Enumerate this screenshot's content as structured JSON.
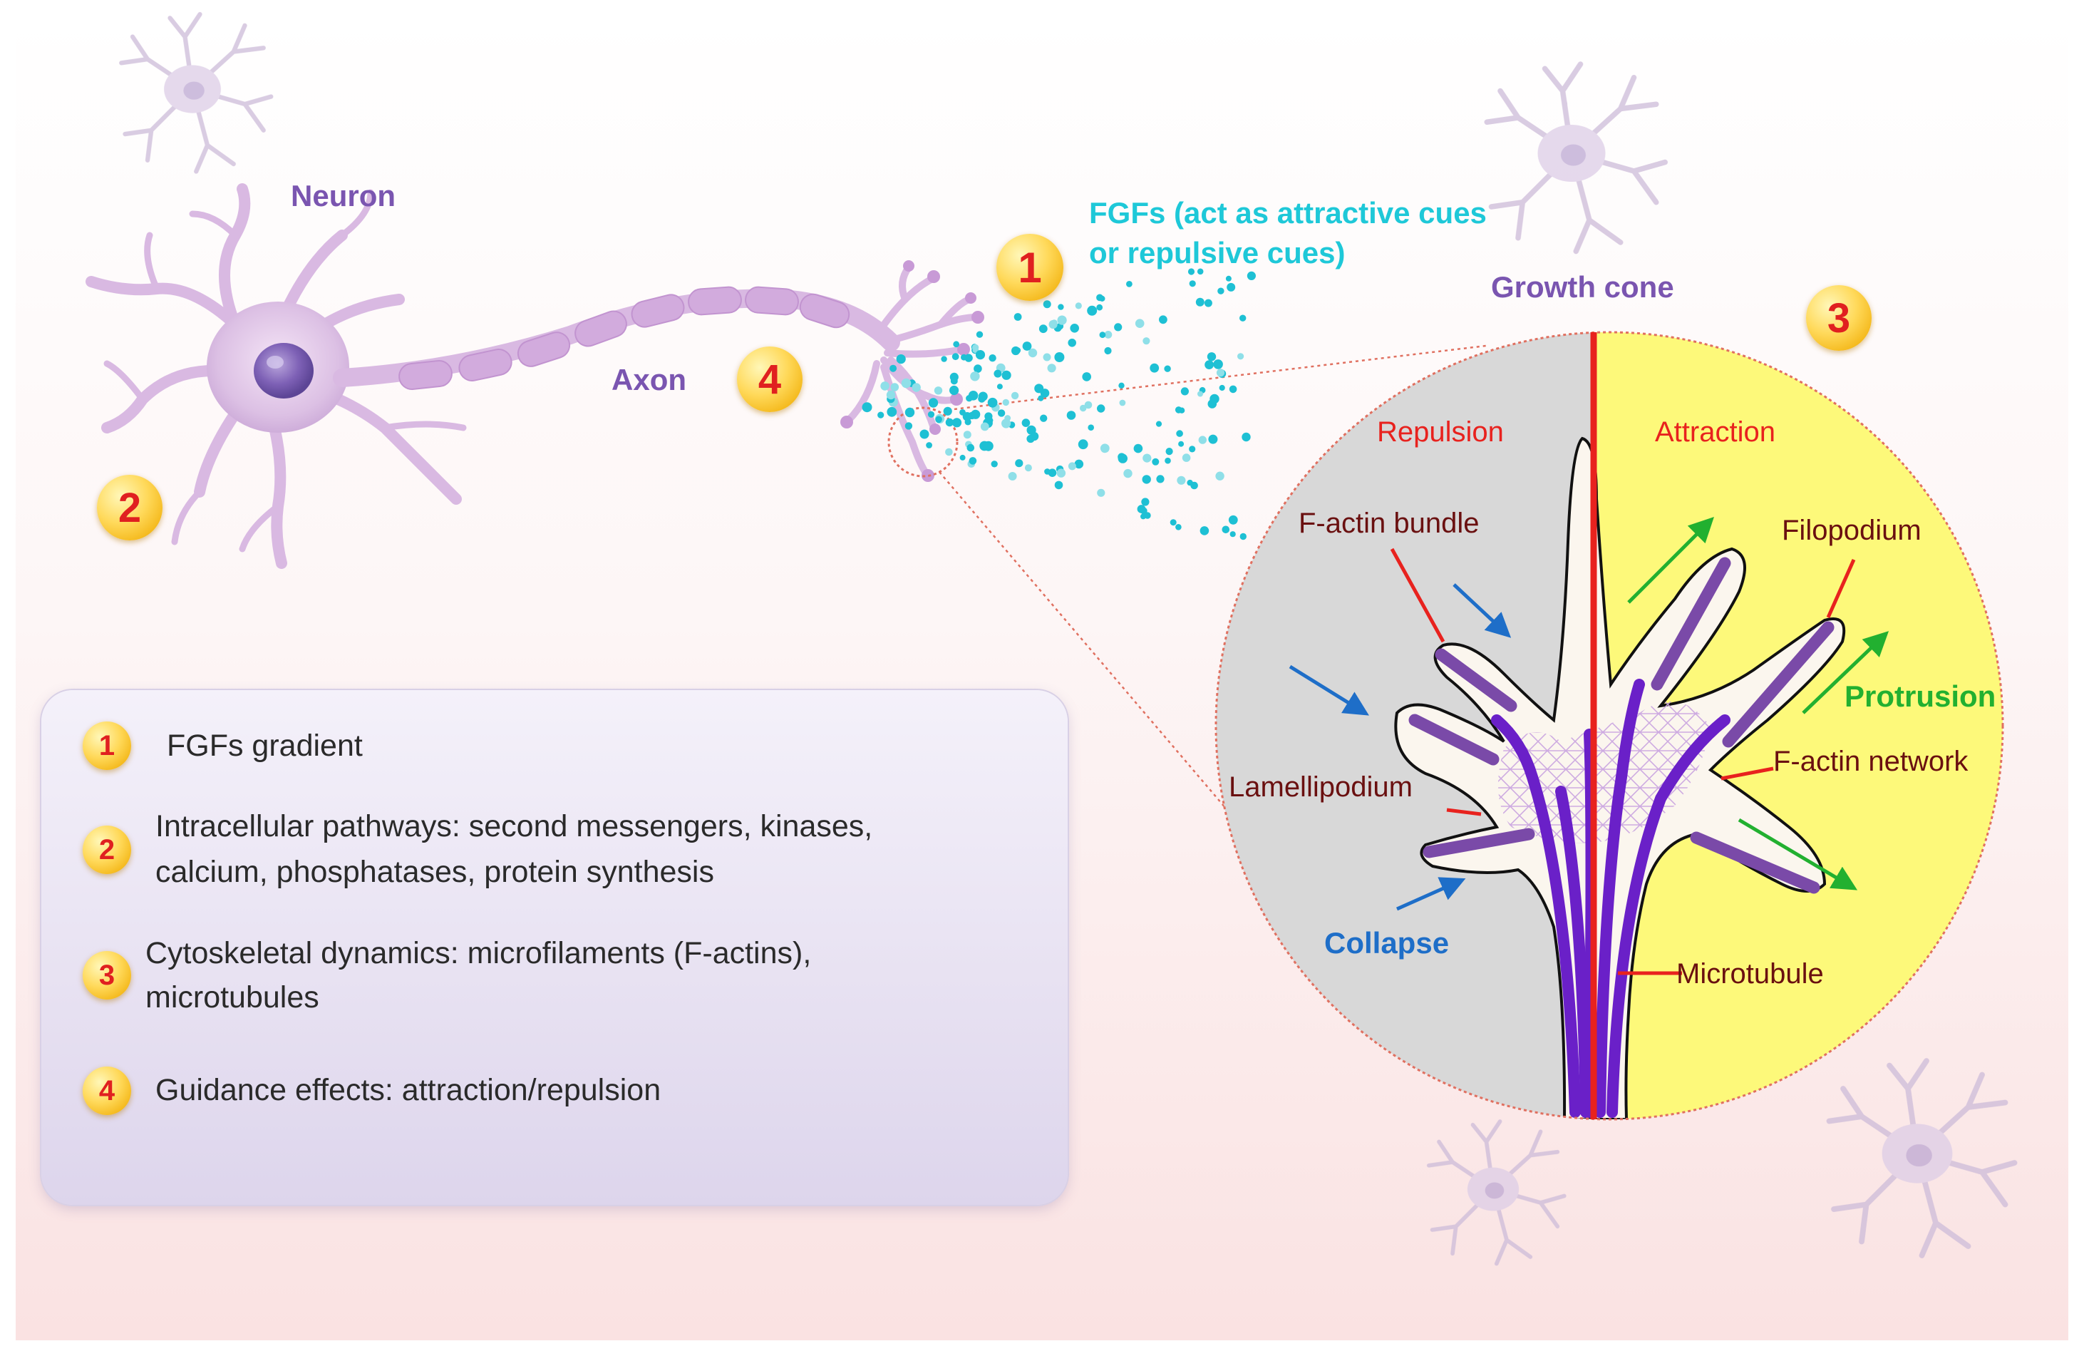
{
  "labels": {
    "neuron": "Neuron",
    "axon": "Axon",
    "growth_cone": "Growth cone",
    "fgfs_line1": "FGFs (act as attractive cues",
    "fgfs_line2": "or repulsive cues)",
    "repulsion": "Repulsion",
    "attraction": "Attraction",
    "f_actin_bundle": "F-actin bundle",
    "filopodium": "Filopodium",
    "protrusion": "Protrusion",
    "f_actin_network": "F-actin network",
    "lamellipodium": "Lamellipodium",
    "collapse": "Collapse",
    "microtubule": "Microtubule"
  },
  "badges": {
    "fgfs_gradient": "1",
    "neuron_pathways": "2",
    "growth_cone": "3",
    "axon_guidance": "4"
  },
  "legend": {
    "items": [
      {
        "number": "1",
        "lines": [
          "FGFs gradient"
        ]
      },
      {
        "number": "2",
        "lines": [
          "Intracellular pathways: second messengers, kinases,",
          "calcium, phosphatases, protein synthesis"
        ]
      },
      {
        "number": "3",
        "lines": [
          "Cytoskeletal dynamics: microfilaments (F-actins),",
          "microtubules"
        ]
      },
      {
        "number": "4",
        "lines": [
          "Guidance effects: attraction/repulsion"
        ]
      }
    ]
  },
  "colors": {
    "neuron_label": "#7a55b0",
    "fgfs_label": "#1ec8d8",
    "red_label": "#e8221e",
    "dark_red_label": "#6a1010",
    "green_label": "#22b030",
    "blue_label": "#1e6ec8",
    "repulsion_bg": "#d8d8d8",
    "attraction_bg": "#fdf97a",
    "microtubule": "#6a20c8"
  },
  "icons": {
    "neuron_cell": "neuron-cell-icon",
    "fgf_dots": "fgf-dot-cloud"
  }
}
